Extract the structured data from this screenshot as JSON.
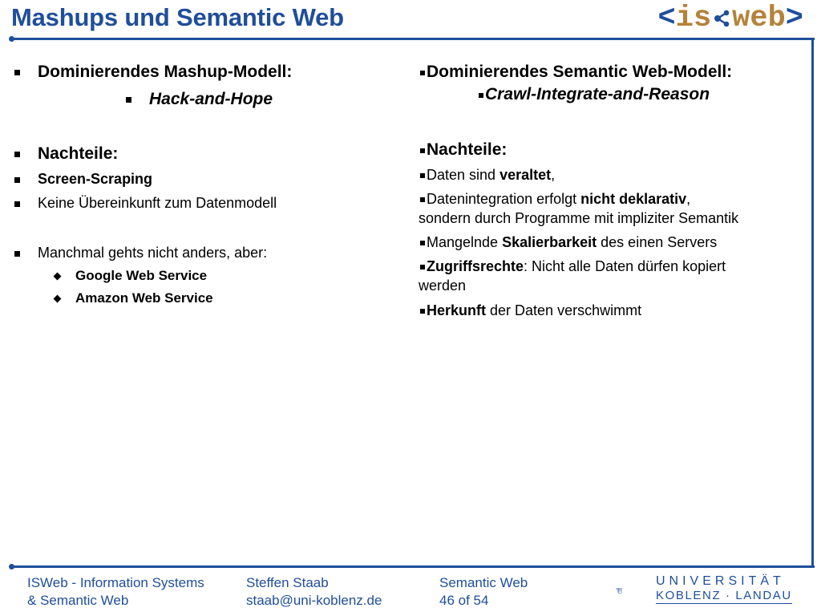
{
  "title": "Mashups und Semantic Web",
  "logo": {
    "open": "<",
    "is": "is",
    "web": "web",
    "close": ">"
  },
  "left": {
    "heading": "Dominierendes Mashup-Modell:",
    "sub": "Hack-and-Hope",
    "nachteile": "Nachteile:",
    "item1": "Screen-Scraping",
    "item2": "Keine Übereinkunft zum Datenmodell",
    "manchmal": "Manchmal gehts nicht anders, aber:",
    "svc1": "Google Web Service",
    "svc2": "Amazon Web Service"
  },
  "right": {
    "heading": "Dominierendes Semantic Web-Modell:",
    "sub": "Crawl-Integrate-and-Reason",
    "nachteile": "Nachteile:",
    "p1a": "Daten sind ",
    "p1b": "veraltet",
    "p1c": ",",
    "p2a": "Datenintegration erfolgt ",
    "p2b": "nicht deklarativ",
    "p2c": ",",
    "p2d": "sondern durch Programme mit impliziter Semantik",
    "p3a": "Mangelnde ",
    "p3b": "Skalierbarkeit",
    "p3c": " des einen Servers",
    "p4a": "Zugriffsrechte",
    "p4b": ": Nicht alle Daten dürfen kopiert",
    "p4c": "werden",
    "p5a": "Herkunft",
    "p5b": " der Daten verschwimmt"
  },
  "footer": {
    "col1a": "ISWeb - Information Systems",
    "col1b": "& Semantic Web",
    "col2a": "Steffen Staab",
    "col2b": "staab@uni-koblenz.de",
    "col3a": "Semantic Web",
    "col3b": "46 of 54",
    "uni1": "UNIVERSITÄT",
    "uni2": "KOBLENZ · LANDAU"
  },
  "colors": {
    "accent": "#1f4e9b",
    "logo_brown": "#b5823a"
  }
}
